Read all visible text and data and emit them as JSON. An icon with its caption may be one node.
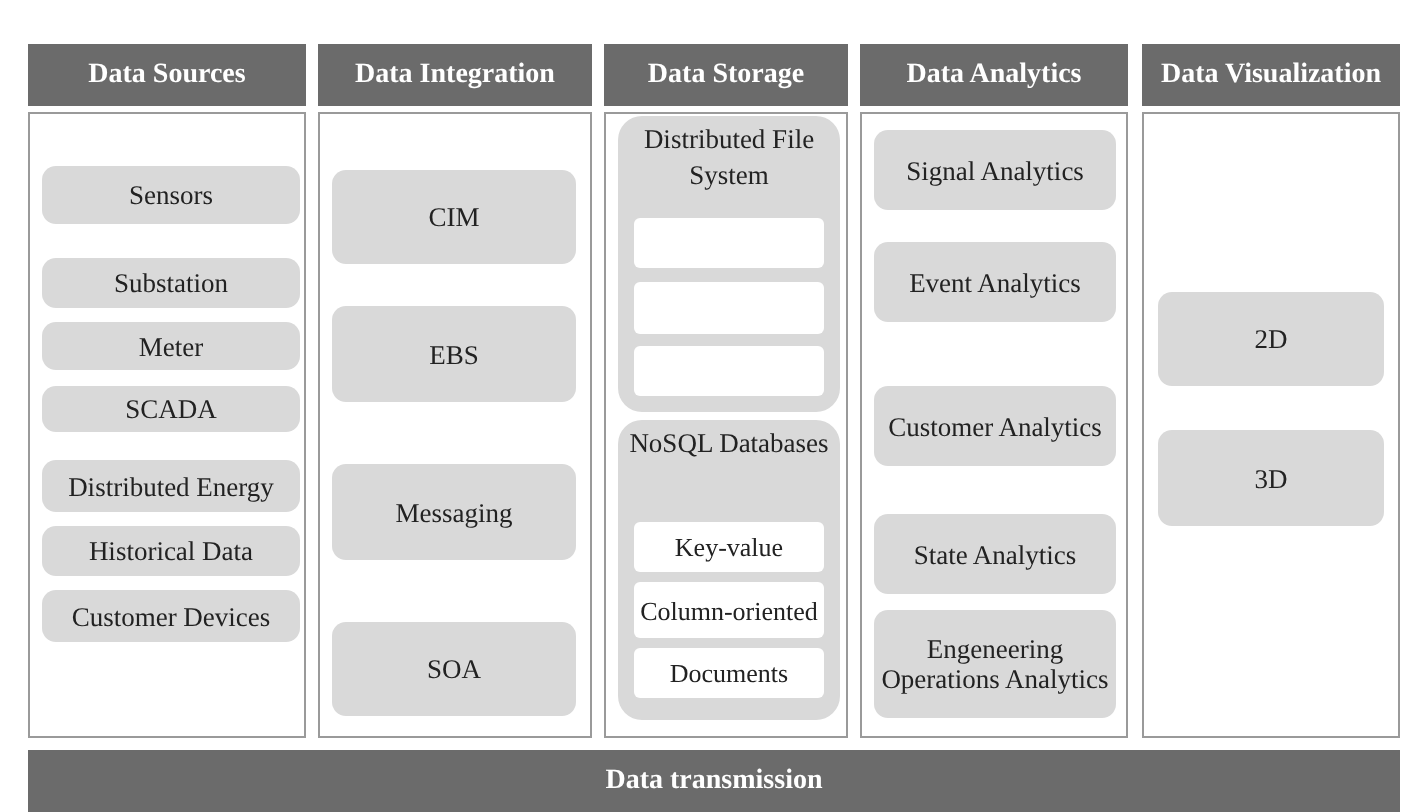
{
  "diagram": {
    "nodes": [
      {
        "text": [
          "Data Sources"
        ]
      },
      {
        "text": [
          "Sensors"
        ],
        "in": 0
      },
      {
        "text": [
          "Substation"
        ],
        "in": 0
      },
      {
        "text": [
          "Meter"
        ],
        "in": 0
      },
      {
        "text": [
          "SCADA"
        ],
        "in": 0
      },
      {
        "text": [
          "Distributed Energy"
        ],
        "in": 0
      },
      {
        "text": [
          "Historical Data"
        ],
        "in": 0
      },
      {
        "text": [
          "Customer Devices"
        ],
        "in": 0
      },
      {
        "text": [
          "Data Integration"
        ]
      },
      {
        "text": [
          "CIM"
        ],
        "in": 8
      },
      {
        "text": [
          "EBS"
        ],
        "in": 8
      },
      {
        "text": [
          "Messaging"
        ],
        "in": 8
      },
      {
        "text": [
          "SOA"
        ],
        "in": 8
      },
      {
        "text": [
          "Data Storage"
        ]
      },
      {
        "text": [
          "Distributed File System"
        ],
        "in": 13
      },
      {
        "text": [],
        "shape": "box",
        "in": 14
      },
      {
        "text": [],
        "shape": "box",
        "in": 14
      },
      {
        "text": [],
        "shape": "box",
        "in": 14
      },
      {
        "text": [
          "NoSQL Databases"
        ],
        "in": 13
      },
      {
        "text": [
          "Key-value"
        ],
        "in": 18
      },
      {
        "text": [
          "Column-oriented"
        ],
        "in": 18
      },
      {
        "text": [
          "Documents"
        ],
        "in": 18
      },
      {
        "text": [
          "Data Analytics"
        ]
      },
      {
        "text": [
          "Signal Analytics"
        ],
        "in": 22
      },
      {
        "text": [
          "Event Analytics"
        ],
        "in": 22
      },
      {
        "text": [
          "Customer Analytics"
        ],
        "in": 22
      },
      {
        "text": [
          "State Analytics"
        ],
        "in": 22
      },
      {
        "text": [
          "Engeneering Operations Analytics"
        ],
        "in": 22
      },
      {
        "text": [
          "Data Visualization"
        ]
      },
      {
        "text": [
          "2D"
        ],
        "in": 28
      },
      {
        "text": [
          "3D"
        ],
        "in": 28
      },
      {
        "text": [
          "Data transmission"
        ]
      }
    ]
  }
}
